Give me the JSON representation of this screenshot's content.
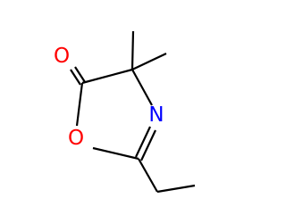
{
  "structure": {
    "atoms": [
      {
        "id": "O_carbonyl",
        "symbol": "O",
        "color": "#ff0000"
      },
      {
        "id": "N_ring",
        "symbol": "N",
        "color": "#0000ff"
      },
      {
        "id": "O_ring",
        "symbol": "O",
        "color": "#ff0000"
      }
    ],
    "bond_color": "#000000"
  }
}
